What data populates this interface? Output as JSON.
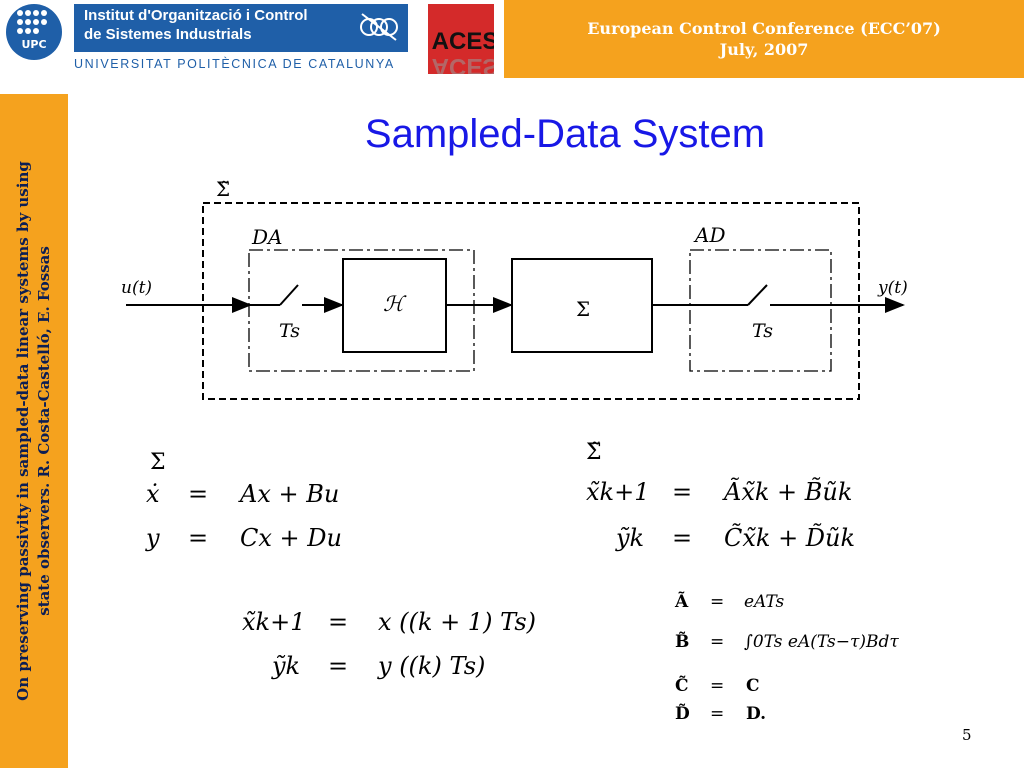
{
  "header": {
    "upc_logo_text": "UPC",
    "institute_line1": "Institut d'Organització i Control",
    "institute_line2": "de Sistemes Industrials",
    "university": "UNIVERSITAT POLITÈCNICA DE CATALUNYA",
    "aces_logo_text": "ACES",
    "conference_line1": "European Control Conference (ECC’07)",
    "conference_line2": "July, 2007"
  },
  "sidebar": {
    "line1": "On preserving passivity in sampled-data linear  systems by using",
    "line2": "state observers. R. Costa-Castelló, E. Fossas"
  },
  "slide": {
    "title": "Sampled-Data System",
    "page_number": "5"
  },
  "diagram": {
    "outer_label": "Σ̃",
    "da_label": "DA",
    "ad_label": "AD",
    "input_label": "u(t)",
    "output_label": "y(t)",
    "hold_label": "ℋ",
    "plant_label": "Σ",
    "ts_left": "Ts",
    "ts_right": "Ts"
  },
  "continuous": {
    "system": "Σ",
    "eq1_lhs": "ẋ",
    "eq1_rhs": "Ax + Bu",
    "eq2_lhs": "y",
    "eq2_rhs": "Cx + Du",
    "equals": "="
  },
  "discrete": {
    "system": "Σ̃",
    "eq1_lhs": "x̃k+1",
    "eq1_rhs": "Ãx̃k + B̃ũk",
    "eq2_lhs": "ỹk",
    "eq2_rhs": "C̃x̃k + D̃ũk"
  },
  "sampling": {
    "eq1_lhs": "x̃k+1",
    "eq1_rhs": "x ((k + 1) Ts)",
    "eq2_lhs": "ỹk",
    "eq2_rhs": "y ((k) Ts)"
  },
  "matrices": {
    "a_lhs": "Ã",
    "a_rhs": "eATs",
    "b_lhs": "B̃",
    "b_rhs": "∫0Ts eA(Ts−τ)Bdτ",
    "c_lhs": "C̃",
    "c_rhs": "C",
    "d_lhs": "D̃",
    "d_rhs": "D."
  }
}
